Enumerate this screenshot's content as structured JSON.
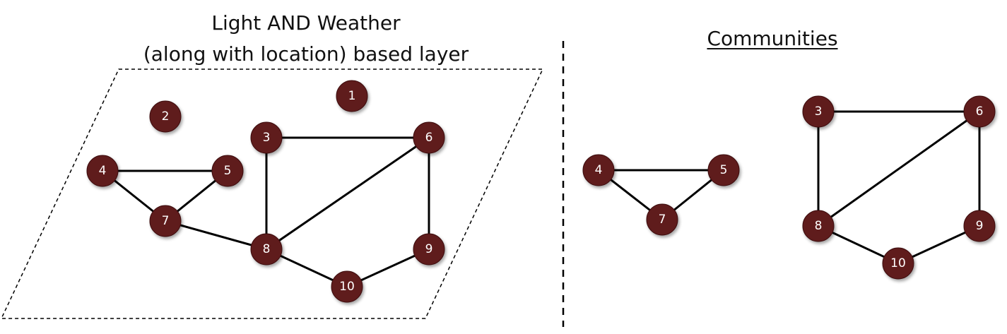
{
  "left_panel": {
    "title_line1": "Light AND Weather",
    "title_line2": "(along with location) based layer",
    "nodes": [
      {
        "id": "1",
        "label": "1"
      },
      {
        "id": "2",
        "label": "2"
      },
      {
        "id": "3",
        "label": "3"
      },
      {
        "id": "4",
        "label": "4"
      },
      {
        "id": "5",
        "label": "5"
      },
      {
        "id": "6",
        "label": "6"
      },
      {
        "id": "7",
        "label": "7"
      },
      {
        "id": "8",
        "label": "8"
      },
      {
        "id": "9",
        "label": "9"
      },
      {
        "id": "10",
        "label": "10"
      }
    ],
    "edges": [
      [
        "4",
        "5"
      ],
      [
        "4",
        "7"
      ],
      [
        "5",
        "7"
      ],
      [
        "7",
        "8"
      ],
      [
        "3",
        "6"
      ],
      [
        "3",
        "8"
      ],
      [
        "6",
        "8"
      ],
      [
        "6",
        "9"
      ],
      [
        "8",
        "10"
      ],
      [
        "9",
        "10"
      ]
    ]
  },
  "right_panel": {
    "title": "Communities",
    "communities": [
      {
        "nodes": [
          {
            "id": "4",
            "label": "4"
          },
          {
            "id": "5",
            "label": "5"
          },
          {
            "id": "7",
            "label": "7"
          }
        ],
        "edges": [
          [
            "4",
            "5"
          ],
          [
            "4",
            "7"
          ],
          [
            "5",
            "7"
          ]
        ]
      },
      {
        "nodes": [
          {
            "id": "3",
            "label": "3"
          },
          {
            "id": "6",
            "label": "6"
          },
          {
            "id": "8",
            "label": "8"
          },
          {
            "id": "9",
            "label": "9"
          },
          {
            "id": "10",
            "label": "10"
          }
        ],
        "edges": [
          [
            "3",
            "6"
          ],
          [
            "3",
            "8"
          ],
          [
            "6",
            "8"
          ],
          [
            "6",
            "9"
          ],
          [
            "8",
            "10"
          ],
          [
            "9",
            "10"
          ]
        ]
      }
    ]
  },
  "colors": {
    "node_fill": "#5e1a1c",
    "node_text": "#ffffff",
    "edge": "#000000"
  }
}
